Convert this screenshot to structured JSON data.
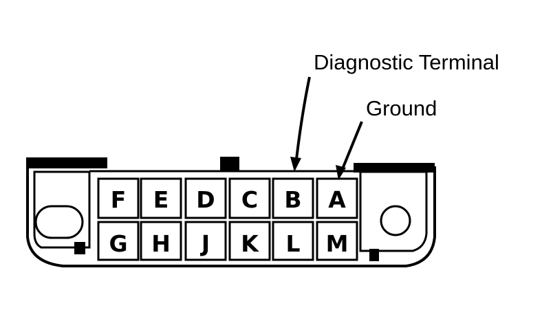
{
  "diagram": {
    "callouts": {
      "diagnostic_terminal": "Diagnostic Terminal",
      "ground": "Ground"
    },
    "pins": {
      "top_row": [
        "F",
        "E",
        "D",
        "C",
        "B",
        "A"
      ],
      "bottom_row": [
        "G",
        "H",
        "J",
        "K",
        "L",
        "M"
      ]
    },
    "diagnostic_pin": "B",
    "ground_pin": "A"
  }
}
